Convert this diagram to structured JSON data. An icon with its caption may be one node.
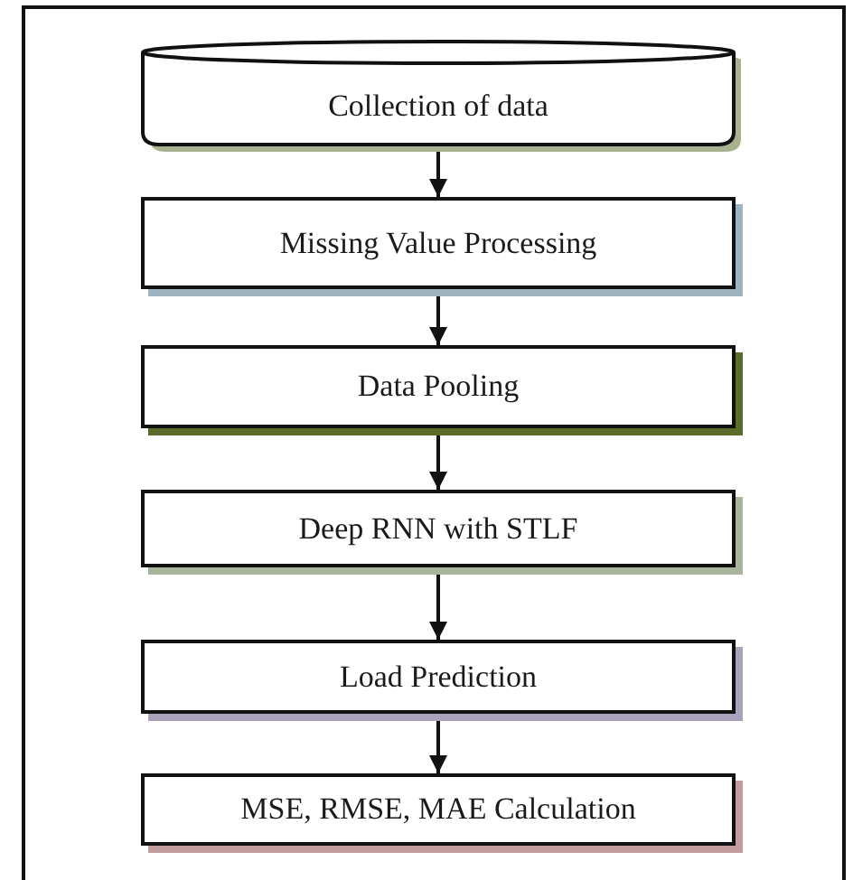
{
  "diagram": {
    "nodes": [
      {
        "text": [
          "Collection of data"
        ]
      },
      {
        "text": [
          "Missing Value Processing"
        ]
      },
      {
        "text": [
          "Data Pooling"
        ]
      },
      {
        "text": [
          "Deep RNN with STLF"
        ]
      },
      {
        "text": [
          "Load Prediction"
        ]
      },
      {
        "text": [
          "MSE, RMSE, MAE Calculation"
        ]
      }
    ],
    "edges": [
      {
        "from": 0,
        "to": 1,
        "arrow": "to"
      },
      {
        "from": 1,
        "to": 2,
        "arrow": "to"
      },
      {
        "from": 2,
        "to": 3,
        "arrow": "to"
      },
      {
        "from": 3,
        "to": 4,
        "arrow": "to"
      },
      {
        "from": 4,
        "to": 5,
        "arrow": "to"
      }
    ]
  }
}
